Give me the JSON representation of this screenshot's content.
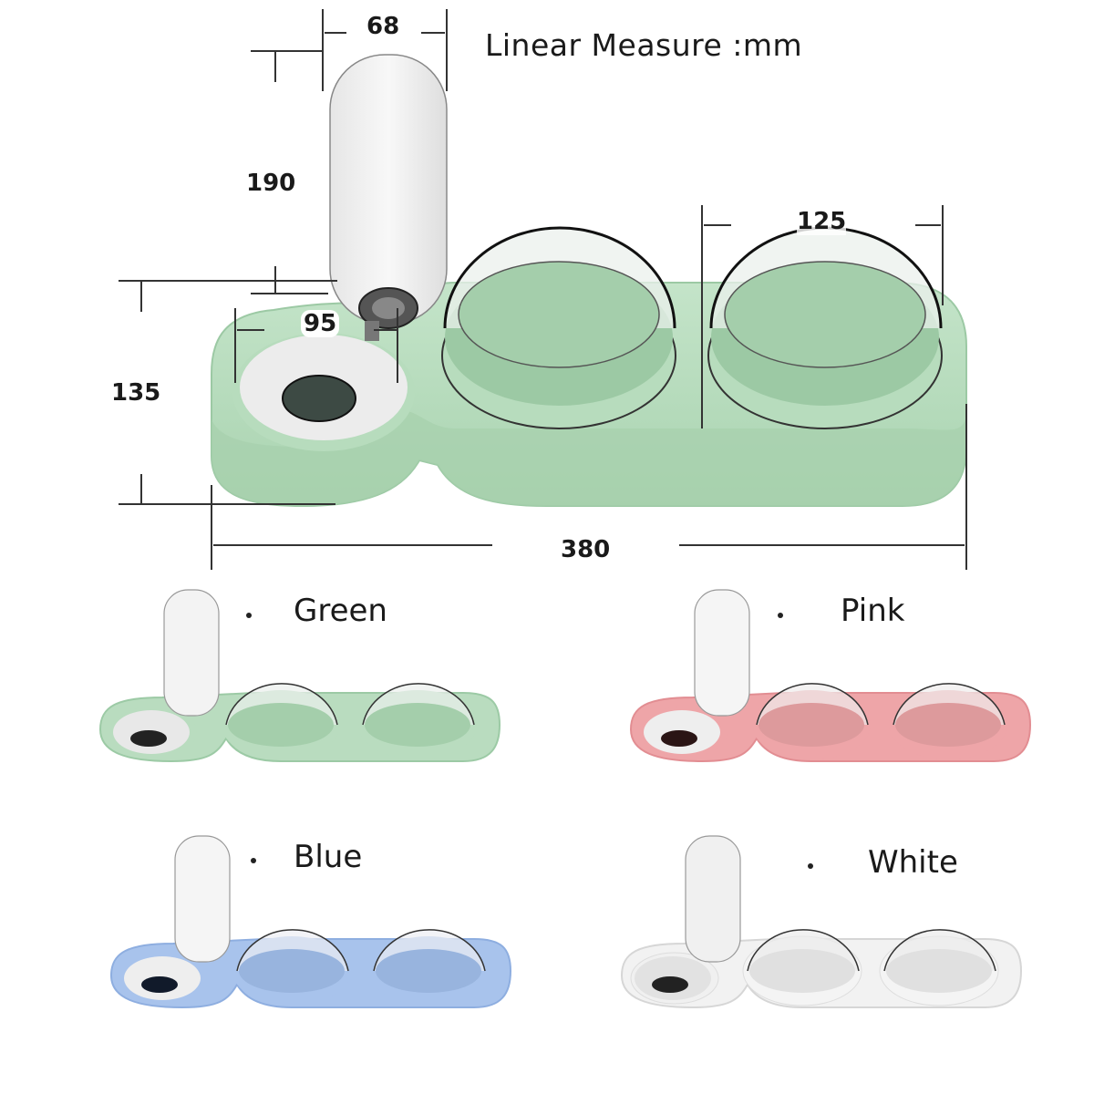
{
  "title": "Linear Measure :mm",
  "dimensions": {
    "bottle_width": "68",
    "bottle_height": "190",
    "water_bowl_diameter": "95",
    "food_bowl_diameter": "125",
    "total_height": "135",
    "total_length": "380"
  },
  "colors": {
    "green": "#b9dcbf",
    "green_dark": "#9ccaa5",
    "pink": "#eea5a8",
    "pink_dark": "#e28d92",
    "blue": "#a8c3ec",
    "blue_dark": "#8eaee0",
    "white": "#f2f2f2",
    "white_dark": "#dcdcdc"
  },
  "variants": [
    {
      "label": "Green",
      "color_key": "green"
    },
    {
      "label": "Pink",
      "color_key": "pink"
    },
    {
      "label": "Blue",
      "color_key": "blue"
    },
    {
      "label": "White",
      "color_key": "white"
    }
  ]
}
